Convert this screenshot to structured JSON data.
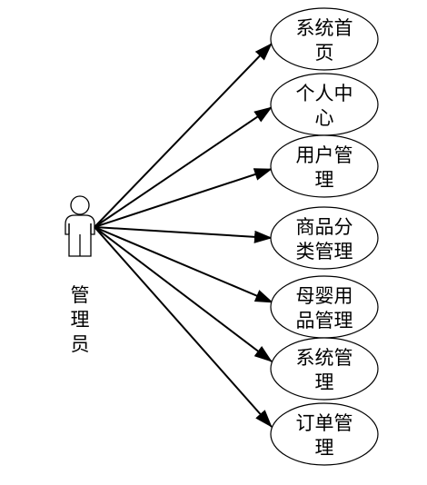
{
  "actor": {
    "label_lines": [
      "管",
      "理",
      "员"
    ]
  },
  "usecases": [
    {
      "lines": [
        "系统首",
        "页"
      ]
    },
    {
      "lines": [
        "个人中",
        "心"
      ]
    },
    {
      "lines": [
        "用户管",
        "理"
      ]
    },
    {
      "lines": [
        "商品分",
        "类管理"
      ]
    },
    {
      "lines": [
        "母婴用",
        "品管理"
      ]
    },
    {
      "lines": [
        "系统管",
        "理"
      ]
    },
    {
      "lines": [
        "订单管",
        "理"
      ]
    }
  ]
}
